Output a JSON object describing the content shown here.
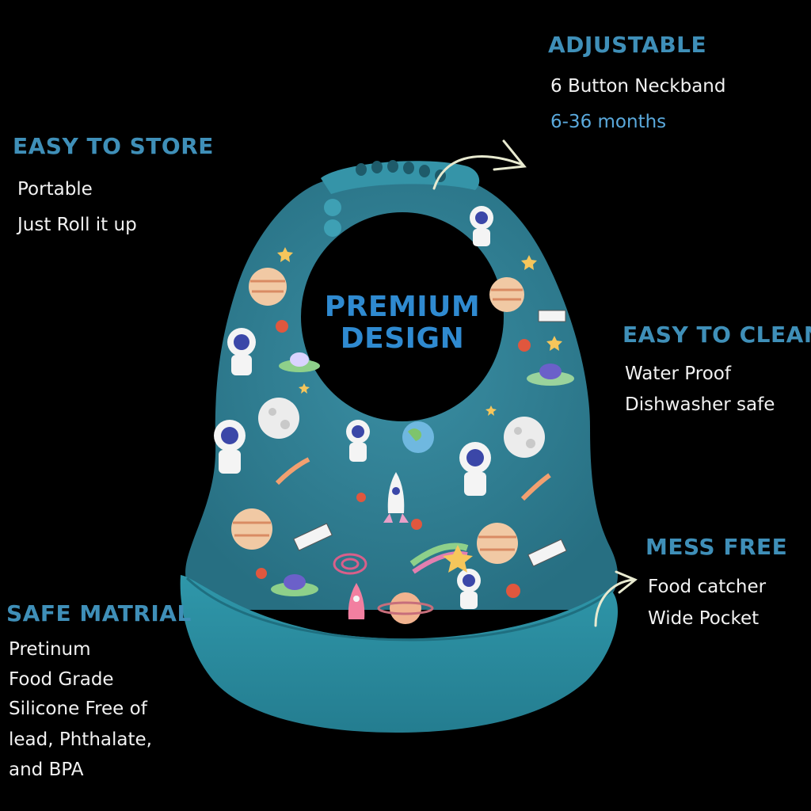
{
  "features": {
    "adjustable": {
      "heading": "ADJUSTABLE",
      "lines": [
        "6 Button Neckband",
        "6-36 months"
      ]
    },
    "store": {
      "heading": "EASY TO STORE",
      "lines": [
        "Portable",
        "Just Roll it up"
      ]
    },
    "clean": {
      "heading": "EASY TO CLEAN",
      "lines": [
        "Water Proof",
        "Dishwasher safe"
      ]
    },
    "mess": {
      "heading": "MESS FREE",
      "lines": [
        "Food catcher",
        "Wide Pocket"
      ]
    },
    "safe": {
      "heading": "SAFE MATRIAL",
      "lines": [
        "Pretinum",
        "Food Grade",
        "Silicone Free of",
        "lead, Phthalate,",
        "and BPA"
      ]
    }
  },
  "center": {
    "line1": "PREMIUM",
    "line2": "DESIGN"
  },
  "colors": {
    "background": "#000000",
    "bib": "#2f7f93",
    "pocket": "#2a8da0",
    "heading": "#3f8fb8",
    "accent_text": "#5aa9dc",
    "center_text": "#2f8ad0"
  },
  "icons": [
    "curved-arrow-icon",
    "astronaut-icon",
    "planet-icon",
    "rocket-icon",
    "satellite-icon",
    "ufo-icon",
    "star-icon",
    "comet-icon"
  ]
}
